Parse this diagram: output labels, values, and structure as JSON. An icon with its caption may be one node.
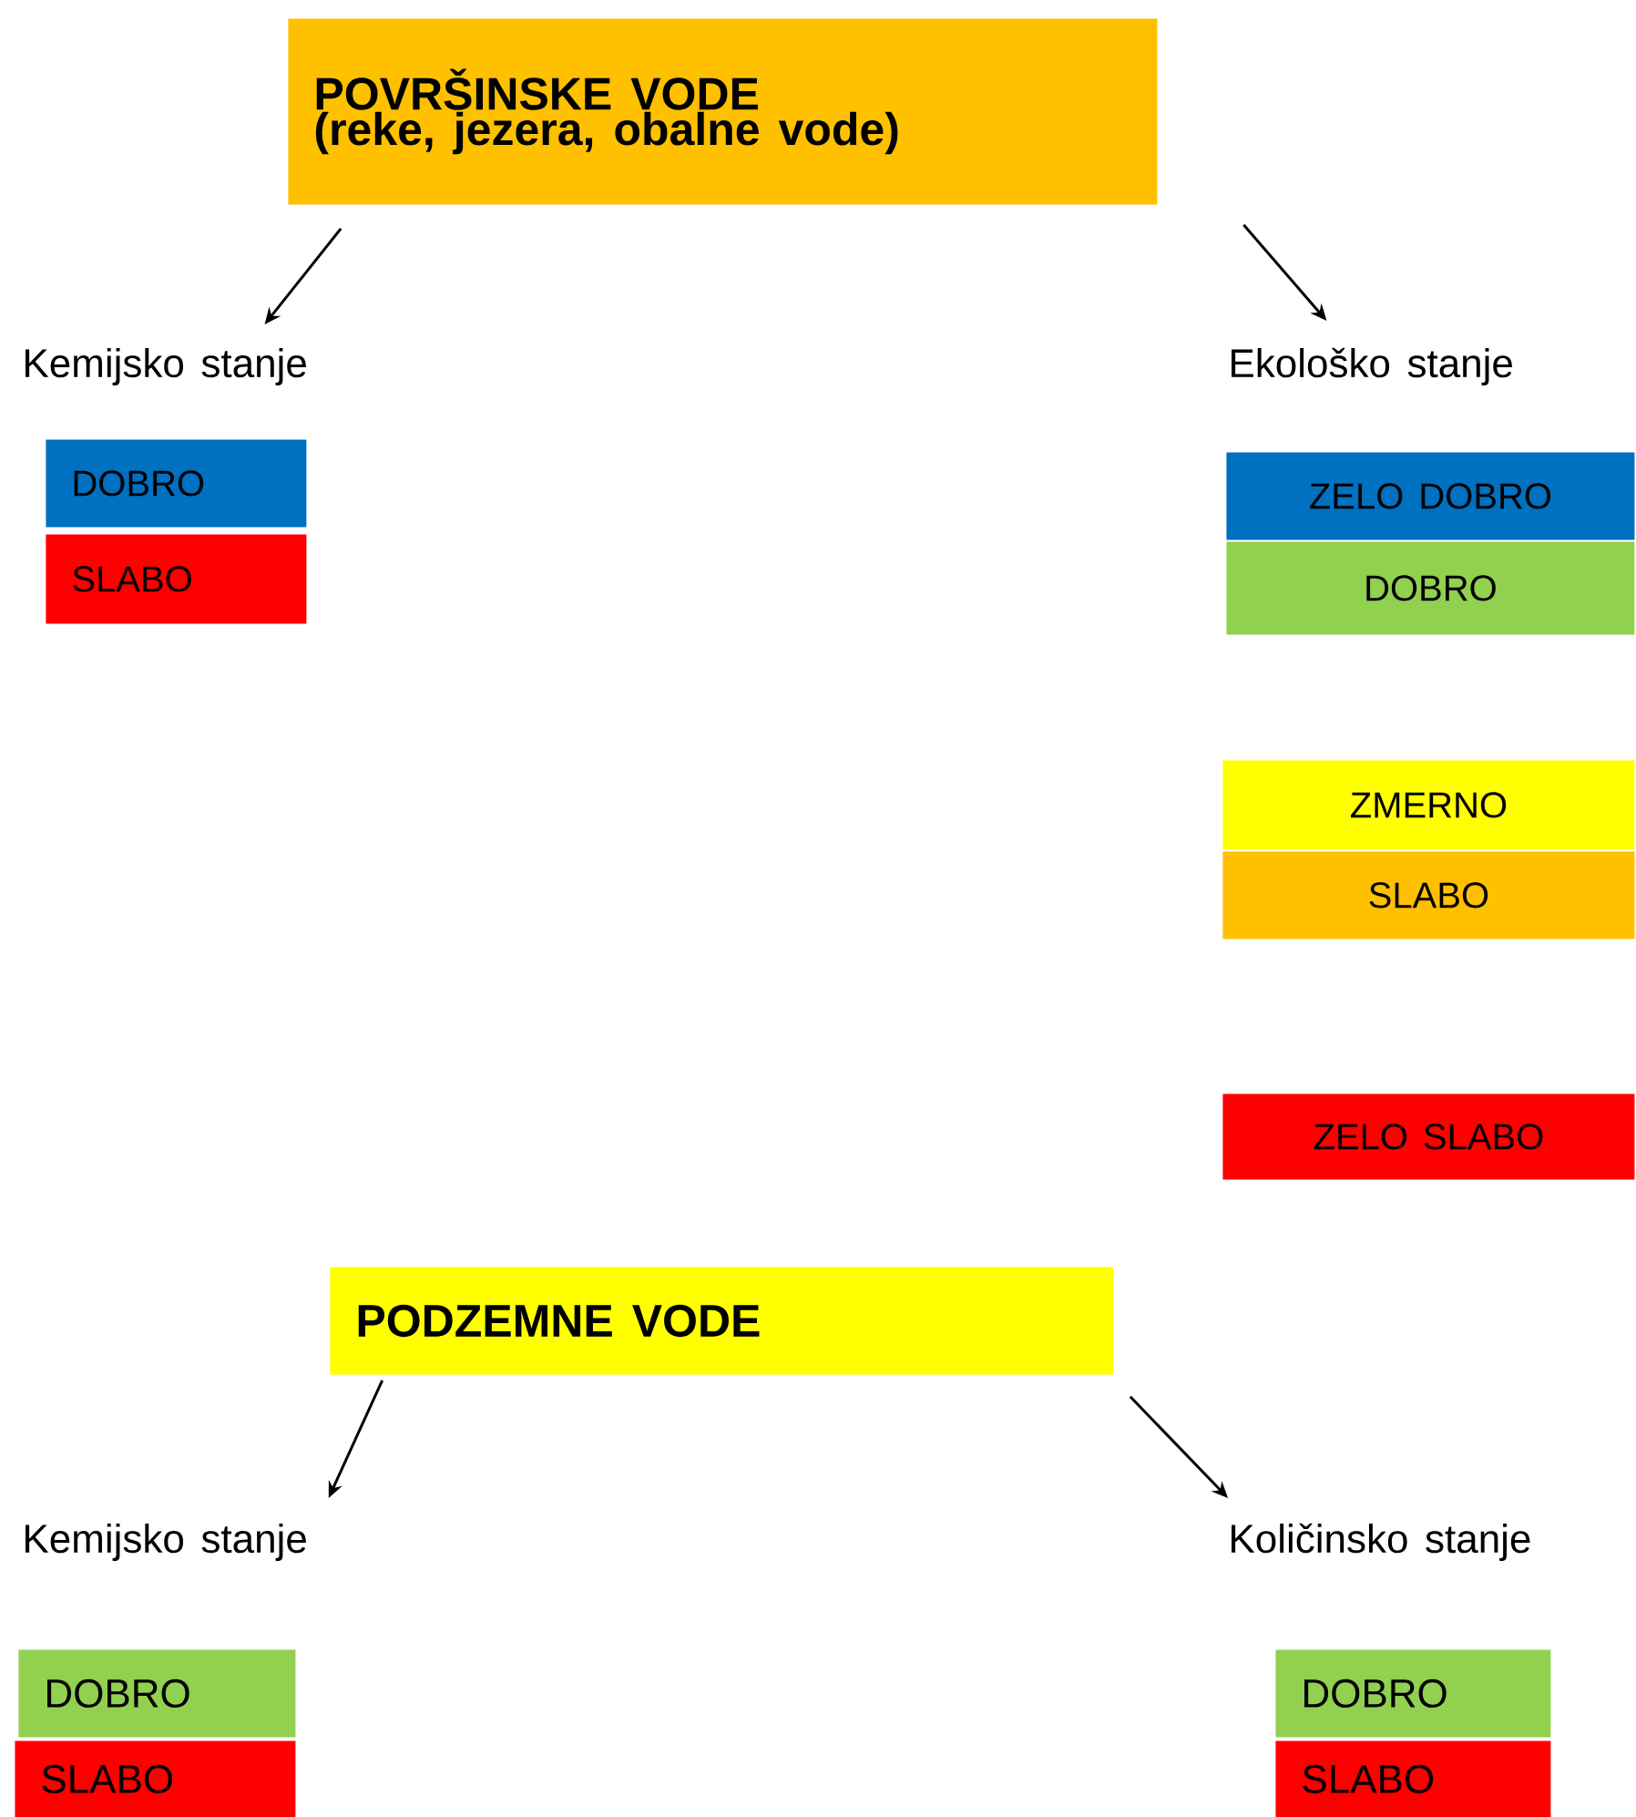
{
  "diagram": {
    "nodes": [
      {
        "text": [
          "POVRŠINSKE VODE",
          "(reke, jezera, obalne vode)"
        ]
      },
      {
        "text": [
          "Kemijsko stanje"
        ]
      },
      {
        "text": [
          "Ekološko stanje"
        ]
      },
      {
        "text": [
          "DOBRO"
        ]
      },
      {
        "text": [
          "SLABO"
        ]
      },
      {
        "text": [
          "ZELO DOBRO"
        ]
      },
      {
        "text": [
          "DOBRO"
        ]
      },
      {
        "text": [
          "ZMERNO"
        ]
      },
      {
        "text": [
          "SLABO"
        ]
      },
      {
        "text": [
          "ZELO SLABO"
        ]
      },
      {
        "text": [
          "PODZEMNE VODE"
        ]
      },
      {
        "text": [
          "Kemijsko stanje"
        ]
      },
      {
        "text": [
          "Količinsko stanje"
        ]
      },
      {
        "text": [
          "DOBRO"
        ]
      },
      {
        "text": [
          "SLABO"
        ]
      },
      {
        "text": [
          "DOBRO"
        ]
      },
      {
        "text": [
          "SLABO"
        ]
      }
    ],
    "edges": [
      {
        "from": 0,
        "to": 1,
        "arrow": "to"
      },
      {
        "from": 0,
        "to": 2,
        "arrow": "to"
      },
      {
        "from": 10,
        "to": 11,
        "arrow": "to"
      },
      {
        "from": 10,
        "to": 12,
        "arrow": "to"
      }
    ]
  }
}
